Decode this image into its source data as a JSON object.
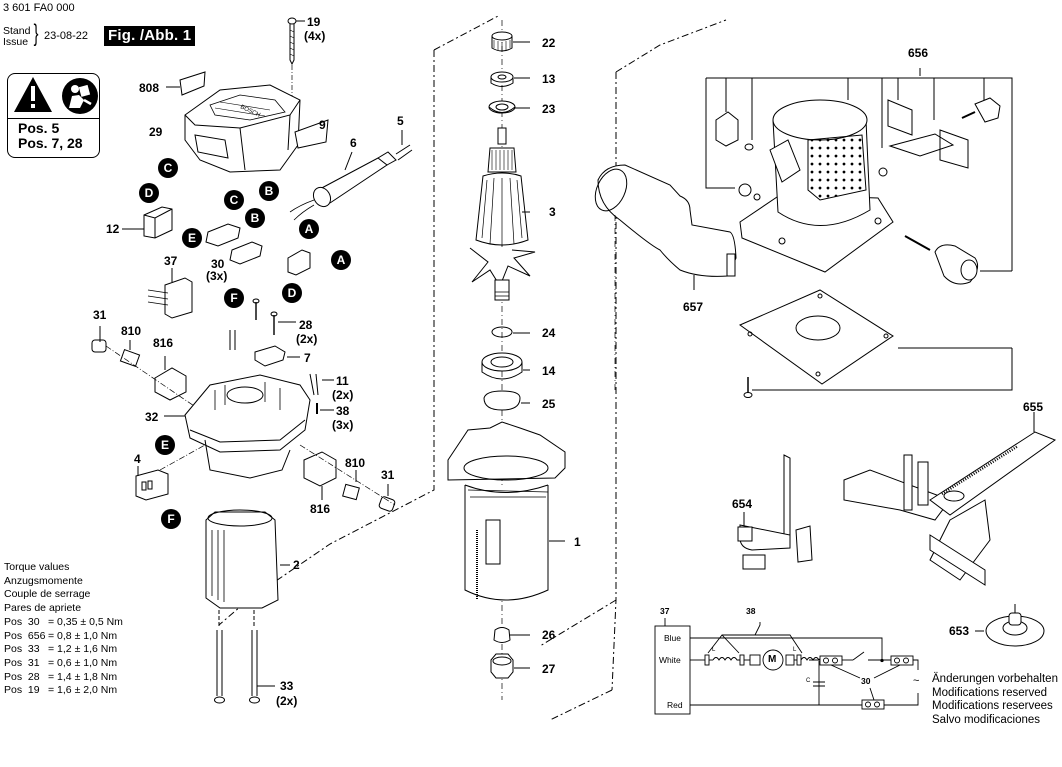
{
  "header": {
    "document_number": "3 601 FA0 000",
    "stand_label": "Stand",
    "issue_label": "Issue",
    "date": "23-08-22",
    "figure_label": "Fig. /Abb. 1"
  },
  "warning_box": {
    "icons": [
      "warning-triangle-icon",
      "read-manual-icon"
    ],
    "lines": [
      "Pos. 5",
      "Pos. 7, 28"
    ]
  },
  "part_labels": {
    "p19": "19",
    "p19q": "(4x)",
    "p808": "808",
    "p29": "29",
    "p9": "9",
    "p5": "5",
    "p6": "6",
    "p12": "12",
    "p30": "30",
    "p30q": "(3x)",
    "p37": "37",
    "p31a": "31",
    "p810a": "810",
    "p816a": "816",
    "p28": "28",
    "p28q": "(2x)",
    "p7": "7",
    "p11": "11",
    "p11q": "(2x)",
    "p38": "38",
    "p38q": "(3x)",
    "p32": "32",
    "p4": "4",
    "p810b": "810",
    "p816b": "816",
    "p31b": "31",
    "p2": "2",
    "p33": "33",
    "p33q": "(2x)",
    "p22": "22",
    "p13": "13",
    "p23": "23",
    "p3": "3",
    "p24": "24",
    "p14": "14",
    "p25": "25",
    "p1": "1",
    "p26": "26",
    "p27": "27",
    "p656": "656",
    "p657": "657",
    "p655": "655",
    "p654": "654",
    "p653": "653"
  },
  "wire_badges": {
    "c1": "C",
    "d1": "D",
    "c2": "C",
    "b1": "B",
    "b2": "B",
    "e1": "E",
    "a1": "A",
    "a2": "A",
    "f1": "F",
    "d2": "D",
    "e2": "E",
    "f2": "F"
  },
  "torque_values": {
    "titles": [
      "Torque values",
      "Anzugsmomente",
      "Couple de serrage",
      "Pares de apriete"
    ],
    "rows": [
      {
        "pos": "Pos  30",
        "value": "= 0,35 ± 0,5 Nm"
      },
      {
        "pos": "Pos  656",
        "value": "= 0,8 ± 1,0 Nm"
      },
      {
        "pos": "Pos  33",
        "value": "= 1,2 ± 1,6 Nm"
      },
      {
        "pos": "Pos  31",
        "value": "= 0,6 ± 1,0 Nm"
      },
      {
        "pos": "Pos  28",
        "value": "= 1,4 ± 1,8 Nm"
      },
      {
        "pos": "Pos  19",
        "value": "= 1,6 ± 2,0 Nm"
      }
    ]
  },
  "circuit": {
    "label_37": "37",
    "label_38": "38",
    "label_30": "30",
    "wire_blue": "Blue",
    "wire_white": "White",
    "wire_red": "Red",
    "motor": "M",
    "inductor": "L",
    "capacitor": "C",
    "ac_symbol": "~"
  },
  "modifications_notice": [
    "Änderungen vorbehalten",
    "Modifications reserved",
    "Modifications reservees",
    "Salvo modificaciones"
  ]
}
